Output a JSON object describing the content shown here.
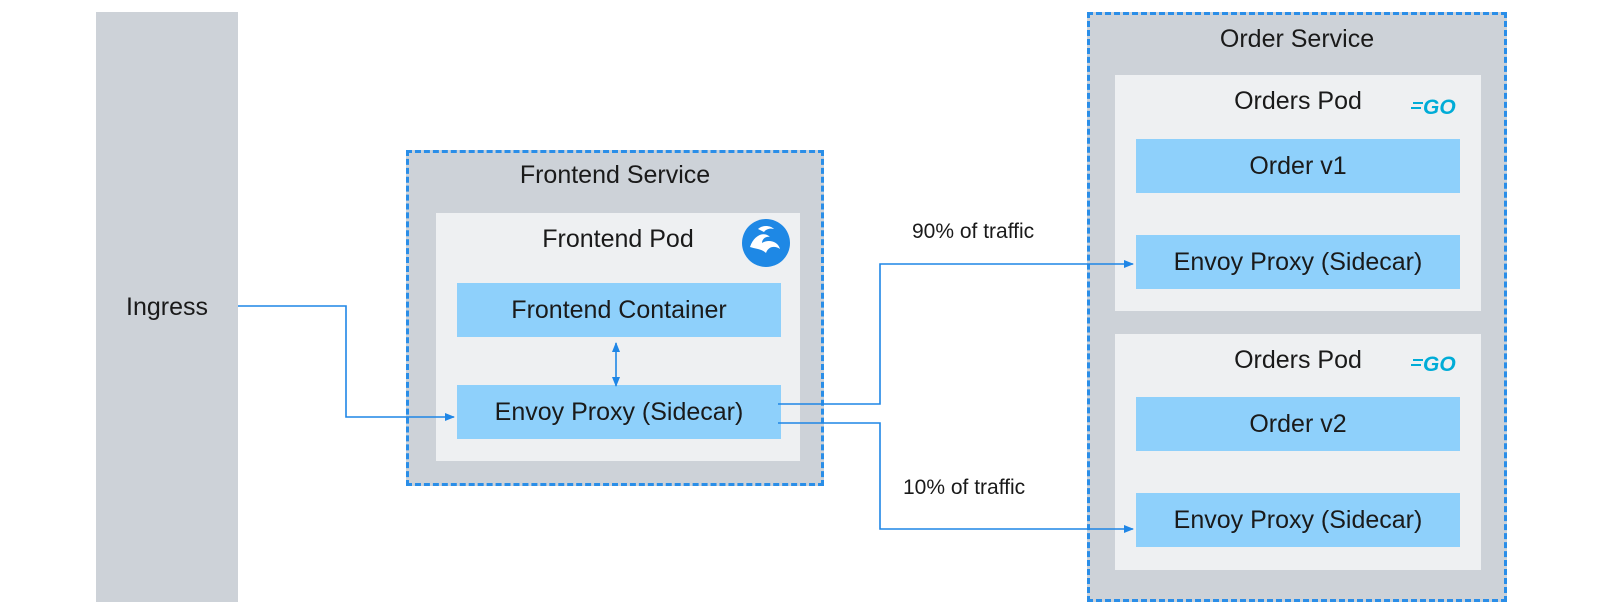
{
  "ingress": {
    "label": "Ingress"
  },
  "frontend_service": {
    "title": "Frontend Service",
    "pod": {
      "title": "Frontend Pod",
      "icon": "phoenix-logo-icon",
      "container_label": "Frontend Container",
      "sidecar_label": "Envoy Proxy (Sidecar)"
    }
  },
  "order_service": {
    "title": "Order Service",
    "pods": [
      {
        "title": "Orders Pod",
        "icon": "go-logo-icon",
        "container_label": "Order v1",
        "sidecar_label": "Envoy Proxy (Sidecar)"
      },
      {
        "title": "Orders Pod",
        "icon": "go-logo-icon",
        "container_label": "Order v2",
        "sidecar_label": "Envoy Proxy (Sidecar)"
      }
    ]
  },
  "traffic": {
    "upper_label": "90% of traffic",
    "lower_label": "10% of traffic"
  },
  "logos": {
    "go_text": "GO"
  },
  "colors": {
    "service_border": "#2a8ee8",
    "service_fill": "#cdd2d8",
    "pod_fill": "#eef0f2",
    "container_fill": "#8ed0fb",
    "arrow": "#1f86e6"
  }
}
